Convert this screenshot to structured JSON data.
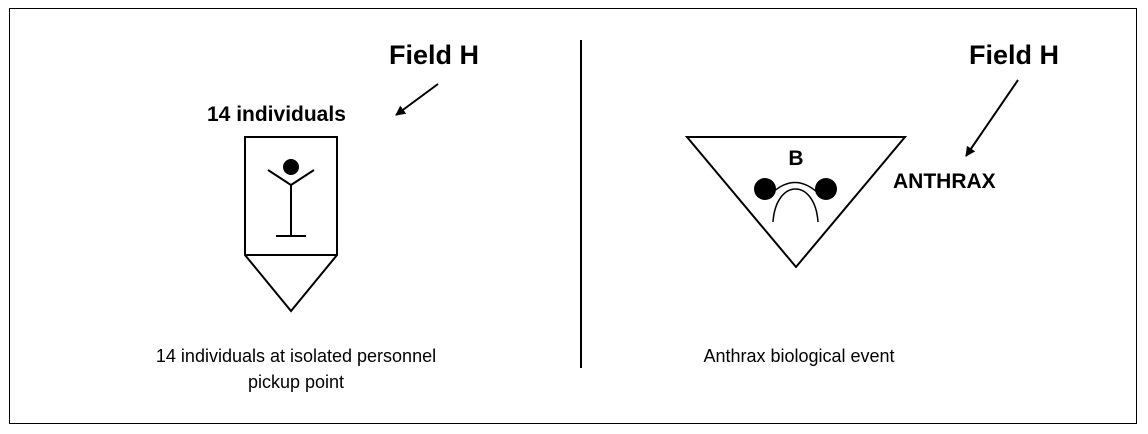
{
  "left_panel": {
    "field_label": "Field H",
    "amplifier_text": "14 individuals",
    "caption_line1": "14 individuals at isolated personnel",
    "caption_line2": "pickup point"
  },
  "right_panel": {
    "field_label": "Field H",
    "amplifier_text": "ANTHRAX",
    "symbol_letter": "B",
    "caption": "Anthrax biological event"
  }
}
